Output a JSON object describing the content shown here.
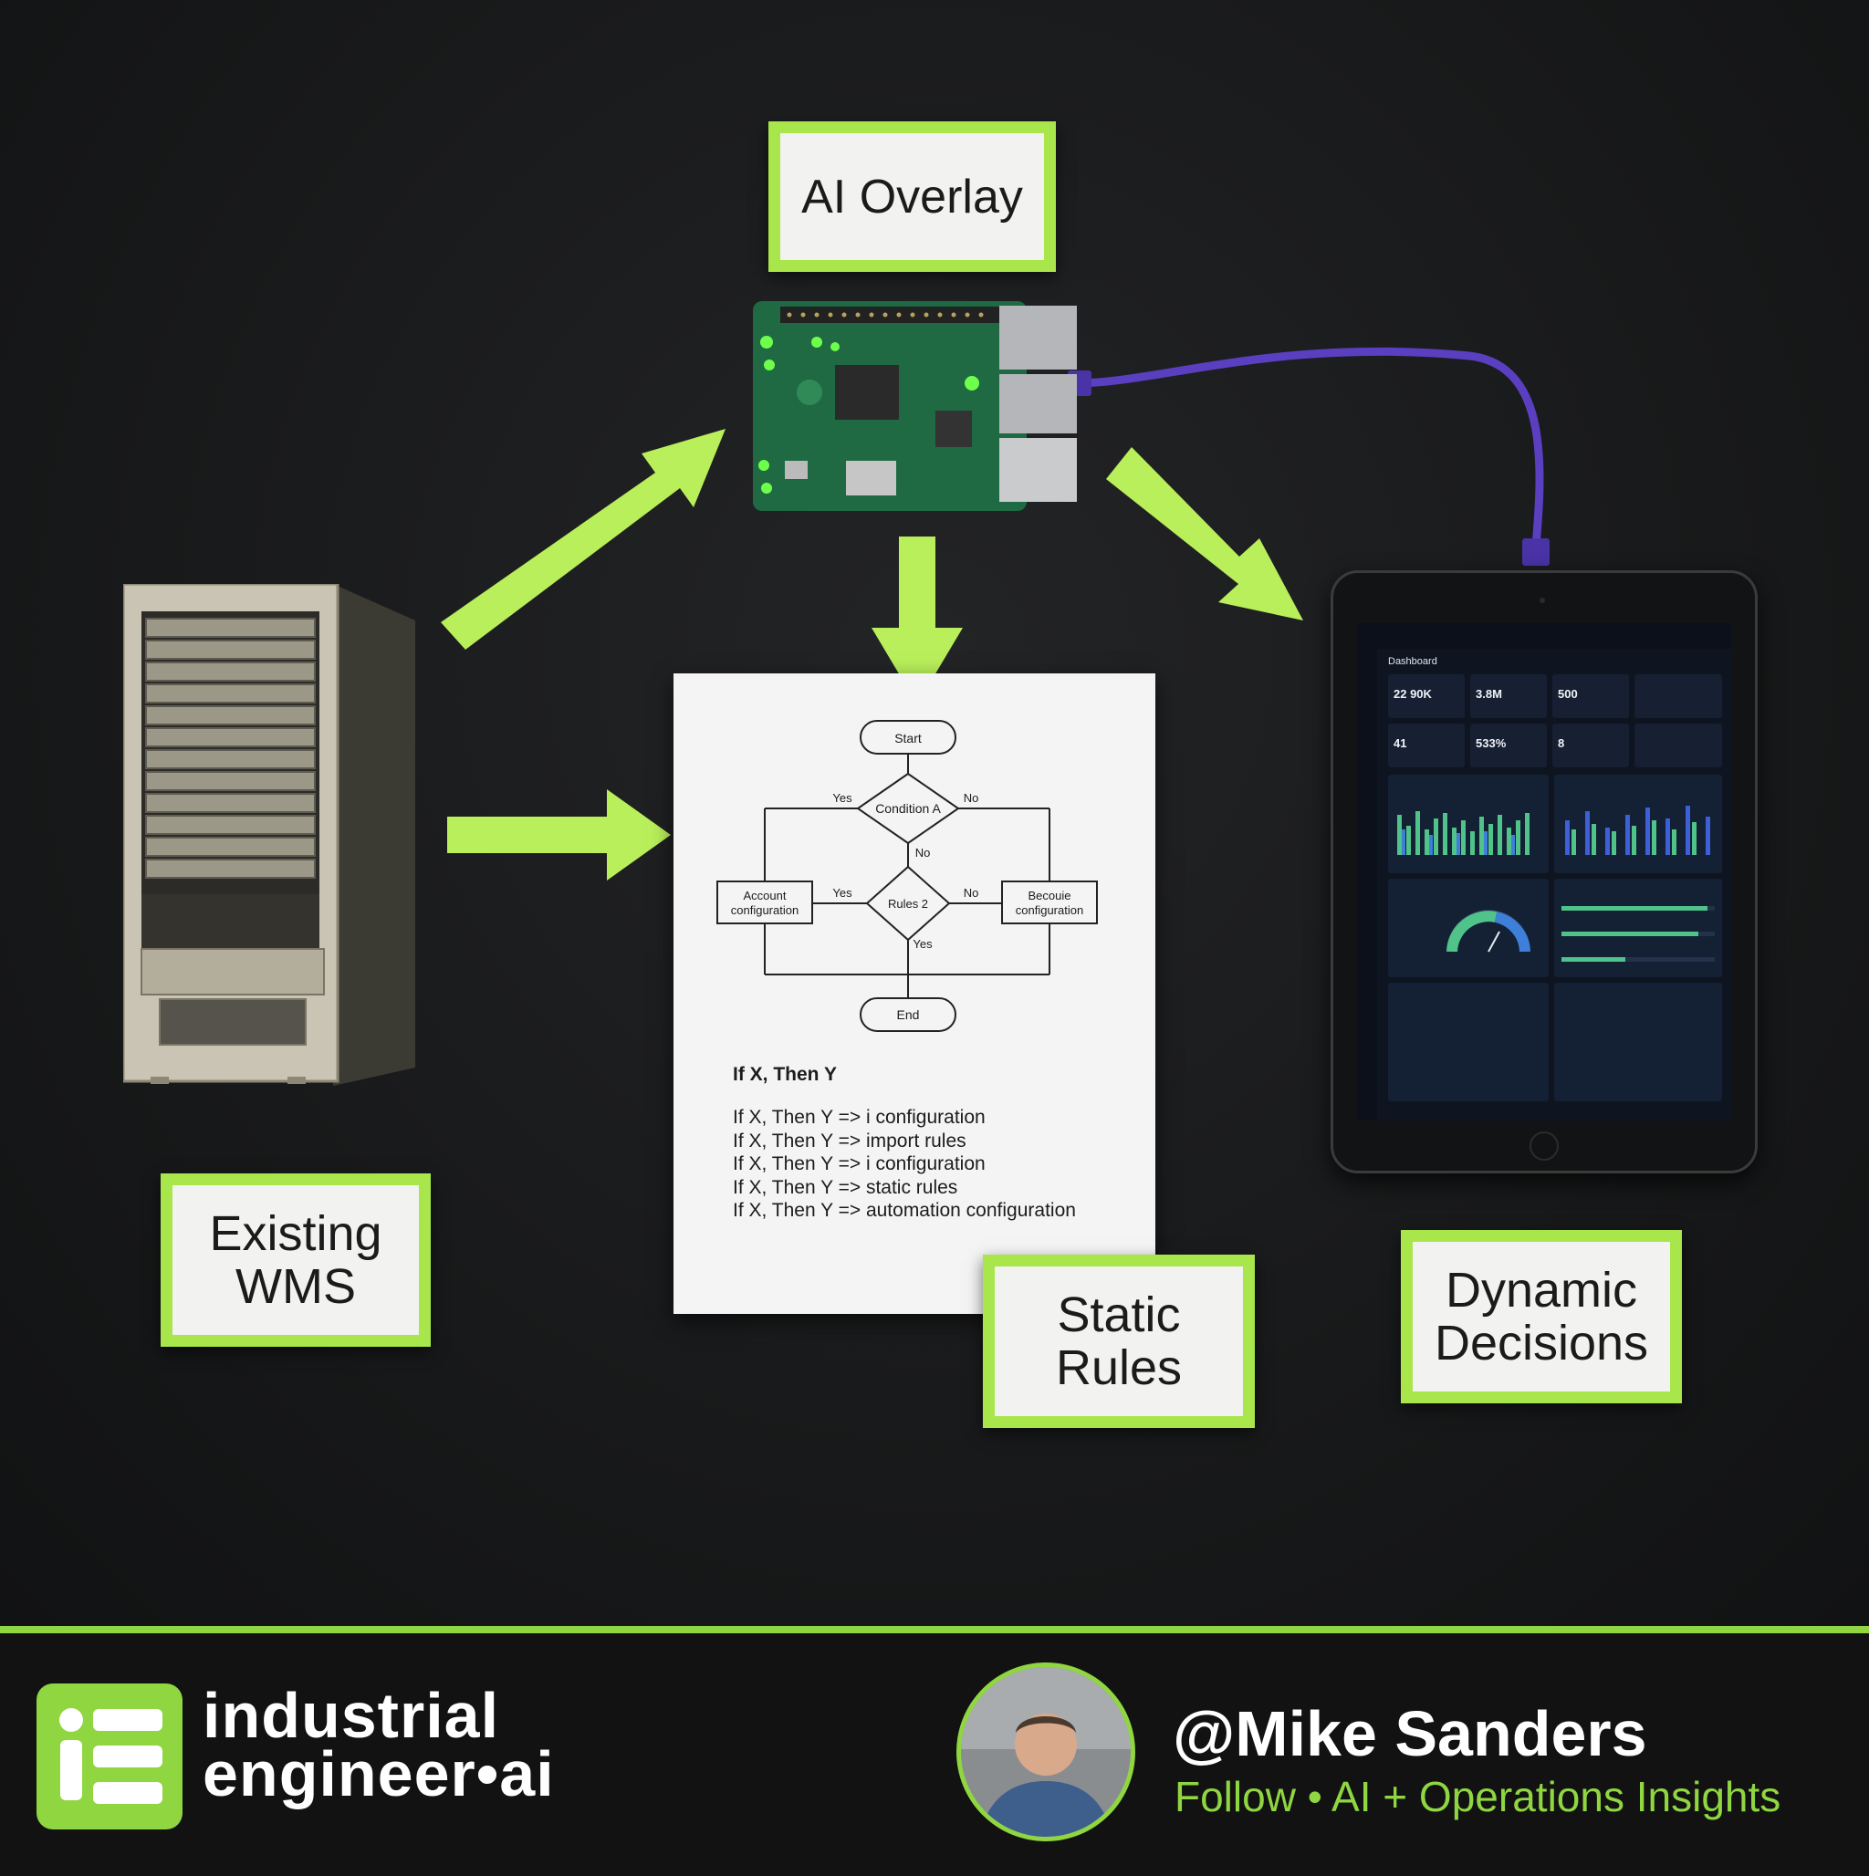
{
  "labels": {
    "ai_overlay": "AI Overlay",
    "existing_wms": "Existing\nWMS",
    "static_rules": "Static\nRules",
    "dynamic_decisions": "Dynamic\nDecisions"
  },
  "flowchart": {
    "start": "Start",
    "condition_a": "Condition A",
    "yes_left": "Yes",
    "no_right": "No",
    "no_down": "No",
    "account_line1": "Account",
    "account_line2": "configuration",
    "rules2": "Rules 2",
    "yes_left2": "Yes",
    "no_right2": "No",
    "becoume_line1": "Becouie",
    "becoume_line2": "configuration",
    "yes_down": "Yes",
    "end": "End"
  },
  "rules": {
    "title": "If X, Then Y",
    "lines": [
      "If X, Then Y => i configuration",
      "If X, Then Y => import rules",
      "If X, Then Y => i configuration",
      "If X, Then Y => static rules",
      "If X, Then Y => automation configuration"
    ]
  },
  "dashboard": {
    "title": "Dashboard",
    "kpis": [
      "22 90K",
      "3.8M",
      "500",
      "41",
      "533%",
      "8"
    ],
    "panel2_title": "Dynamic Decisions"
  },
  "footer": {
    "brand_line1": "industrial",
    "brand_line2": "engineer•ai",
    "handle": "@Mike Sanders",
    "tagline": "Follow • AI + Operations Insights"
  },
  "colors": {
    "accent_green": "#a8e64b",
    "footer_green": "#8fd641",
    "cable_purple": "#5a3fc0"
  }
}
